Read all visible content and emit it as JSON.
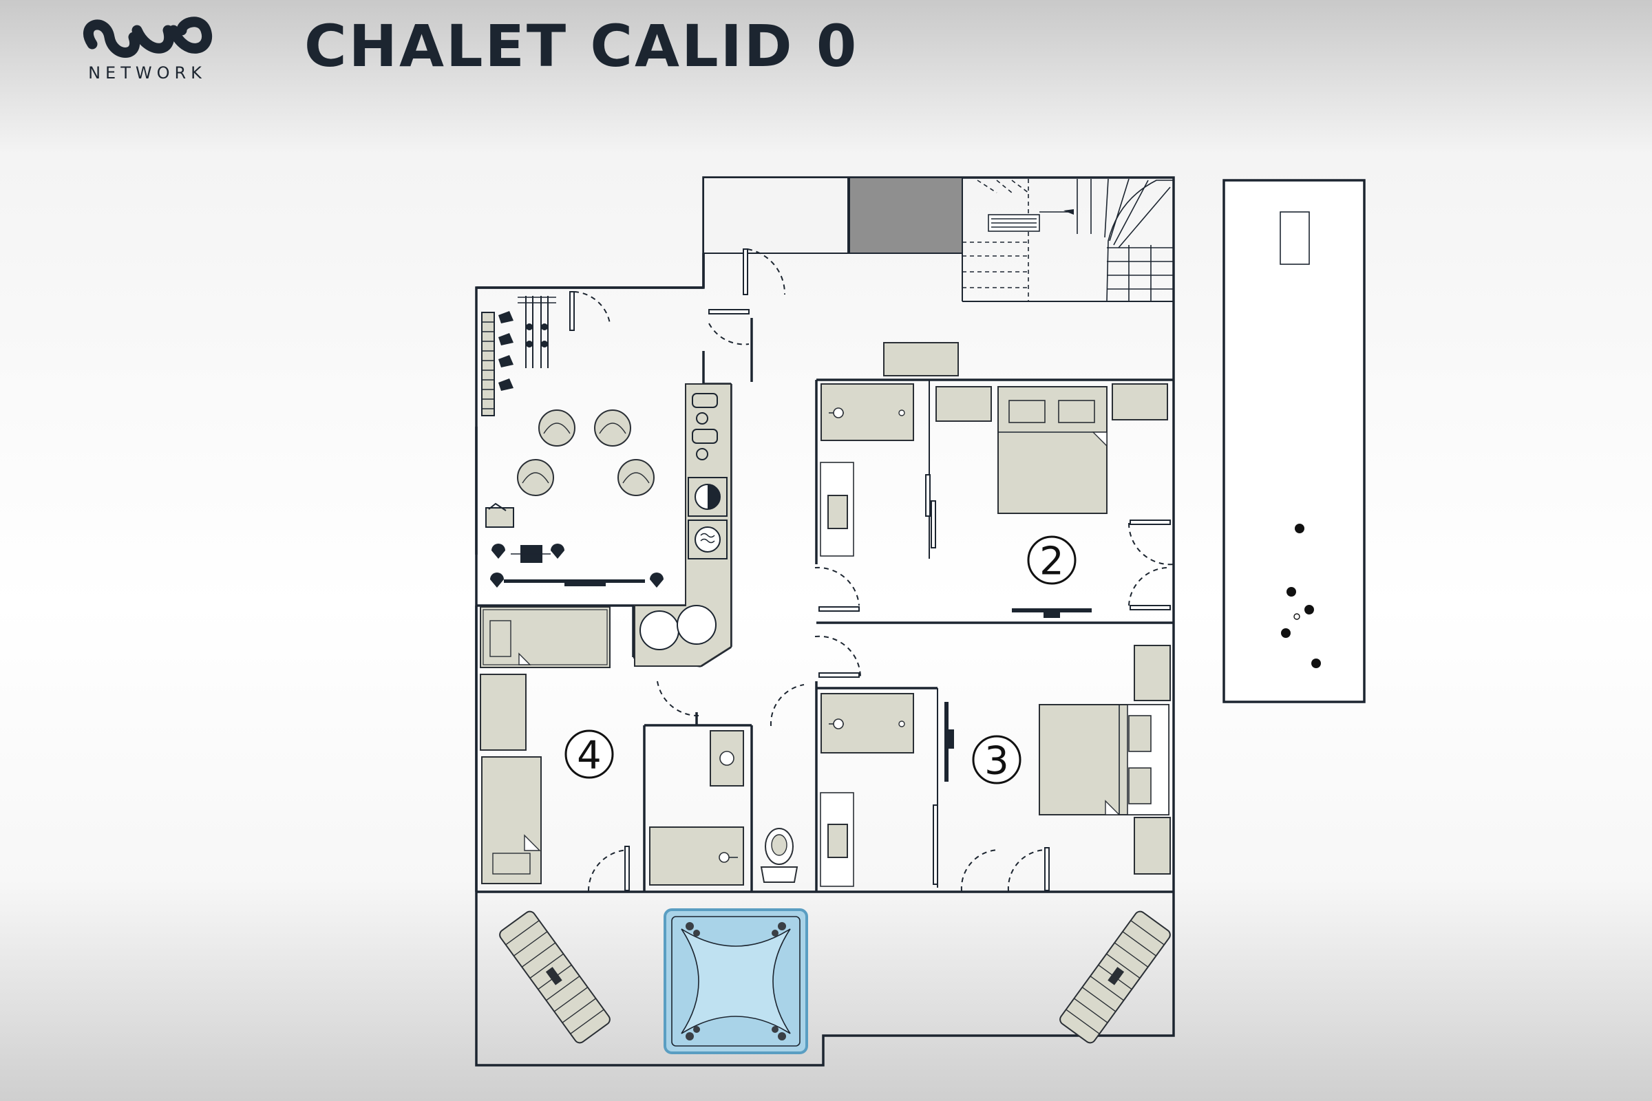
{
  "header": {
    "brand_word": "NETWORK",
    "title": "CHALET CALID 0"
  },
  "floorplan": {
    "room_labels": [
      "2",
      "4",
      "3"
    ],
    "icons": [
      "ski-rack-icon",
      "ski-boot-dryer-icon",
      "armchair-icon",
      "tv-icon",
      "speaker-icon",
      "ski-boot-heater-icon",
      "washer-icon",
      "dryer-icon",
      "shower-icon",
      "sink-icon",
      "toilet-icon",
      "double-bed-icon",
      "single-bed-icon",
      "hot-tub-icon",
      "sun-lounger-icon",
      "staircase-icon",
      "pool-table-icon"
    ],
    "colors": {
      "wall": "#1c2530",
      "furniture": "#d9d9cc",
      "furniture_stroke": "#2a2f35",
      "hot_tub": "#a9d3e8",
      "storage_dark": "#8f8f8f"
    }
  }
}
